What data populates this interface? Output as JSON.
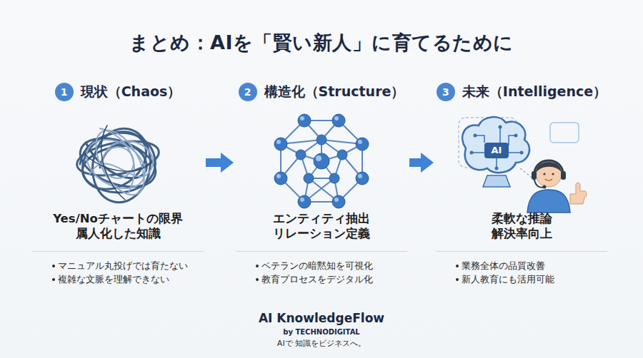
{
  "diagram": {
    "title": "まとめ：AIを「賢い新人」に育てるために",
    "nodes": [
      {
        "text": [
          "現状（Chaos）",
          "Yes/Noチャートの限界 属人化した知識",
          "マニュアル丸投げでは育たない",
          "複雑な文脈を理解できない"
        ]
      },
      {
        "text": [
          "1"
        ],
        "in": 0
      },
      {
        "text": [
          "構造化（Structure）",
          "エンティティ抽出 リレーション定義",
          "ベテランの暗黙知を可視化",
          "教育プロセスをデジタル化"
        ]
      },
      {
        "text": [
          "2"
        ],
        "in": 2
      },
      {
        "text": [
          "未来（Intelligence）",
          "柔軟な推論 解決率向上",
          "業務全体の品質改善",
          "新人教育にも活用可能"
        ]
      },
      {
        "text": [
          "3"
        ],
        "in": 4
      }
    ],
    "edges": [
      {
        "from": 0,
        "to": 2,
        "arrow": "to"
      },
      {
        "from": 2,
        "to": 4,
        "arrow": "to"
      }
    ],
    "labels": [
      "AI",
      "AI KnowledgeFlow",
      "by TECHNODIGITAL",
      "AIで 知識をビジネスへ。"
    ]
  }
}
